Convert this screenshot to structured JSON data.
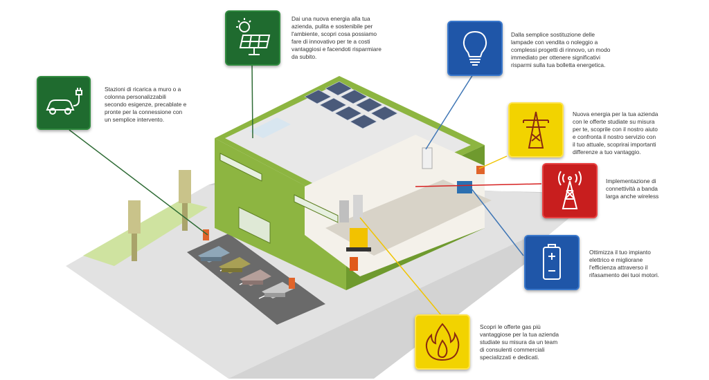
{
  "colors": {
    "green_box": "#1f6b2f",
    "blue_box": "#1f56a8",
    "yellow_box": "#f2d300",
    "red_box": "#c81e1e",
    "line_green": "#2e6b35",
    "line_blue": "#3f76b5",
    "line_yellow": "#f0c400",
    "line_red": "#d62020",
    "building_wall": "#8db541",
    "building_roof": "#e3e3e3",
    "ground": "#d6d6d6"
  },
  "callouts": [
    {
      "id": "solar",
      "icon": "solar-panel-icon",
      "color": "green",
      "lines": [
        "Dai una nuova energia alla tua",
        "azienda, pulita e sostenibile per",
        "l'ambiente, scopri cosa possiamo",
        "fare di innovativo per te a costi",
        "vantaggiosi e facendoti risparmiare",
        "da subito."
      ]
    },
    {
      "id": "ev",
      "icon": "ev-charging-car-icon",
      "color": "green",
      "lines": [
        "Stazioni di ricarica a muro o a",
        "colonna personalizzabili",
        "secondo esigenze, precablate e",
        "pronte per la connessione con",
        "un semplice intervento."
      ]
    },
    {
      "id": "light",
      "icon": "light-bulb-icon",
      "color": "blue",
      "lines": [
        "Dalla semplice sostituzione delle",
        "lampade con vendita o noleggio a",
        "complessi progetti di rinnovo, un modo",
        "immediato per ottenere significativi",
        "risparmi sulla tua bolletta energetica."
      ]
    },
    {
      "id": "power",
      "icon": "power-pylon-icon",
      "color": "yellow",
      "lines": [
        "Nuova energia per la tua azienda",
        "con le offerte studiate su misura",
        "per te, scoprile con il nostro aiuto",
        "e confronta il nostro servizio con",
        "il tuo attuale, scoprirai importanti",
        "differenze a tuo vantaggio."
      ]
    },
    {
      "id": "wireless",
      "icon": "antenna-tower-icon",
      "color": "red",
      "lines": [
        "Implementazione di",
        "connettività a banda",
        "larga anche wireless"
      ]
    },
    {
      "id": "battery",
      "icon": "battery-icon",
      "color": "blue",
      "lines": [
        "Ottimizza il tuo impianto",
        "elettrico e migliorane",
        "l'efficienza attraverso il",
        "rifasamento dei tuoi motori."
      ]
    },
    {
      "id": "gas",
      "icon": "gas-flame-icon",
      "color": "yellow",
      "lines": [
        "Scopri le offerte gas più",
        "vantaggiose per la tua azienda",
        "studiate su misura da un team",
        "di consulenti commerciali",
        "specializzati e dedicati."
      ]
    }
  ]
}
